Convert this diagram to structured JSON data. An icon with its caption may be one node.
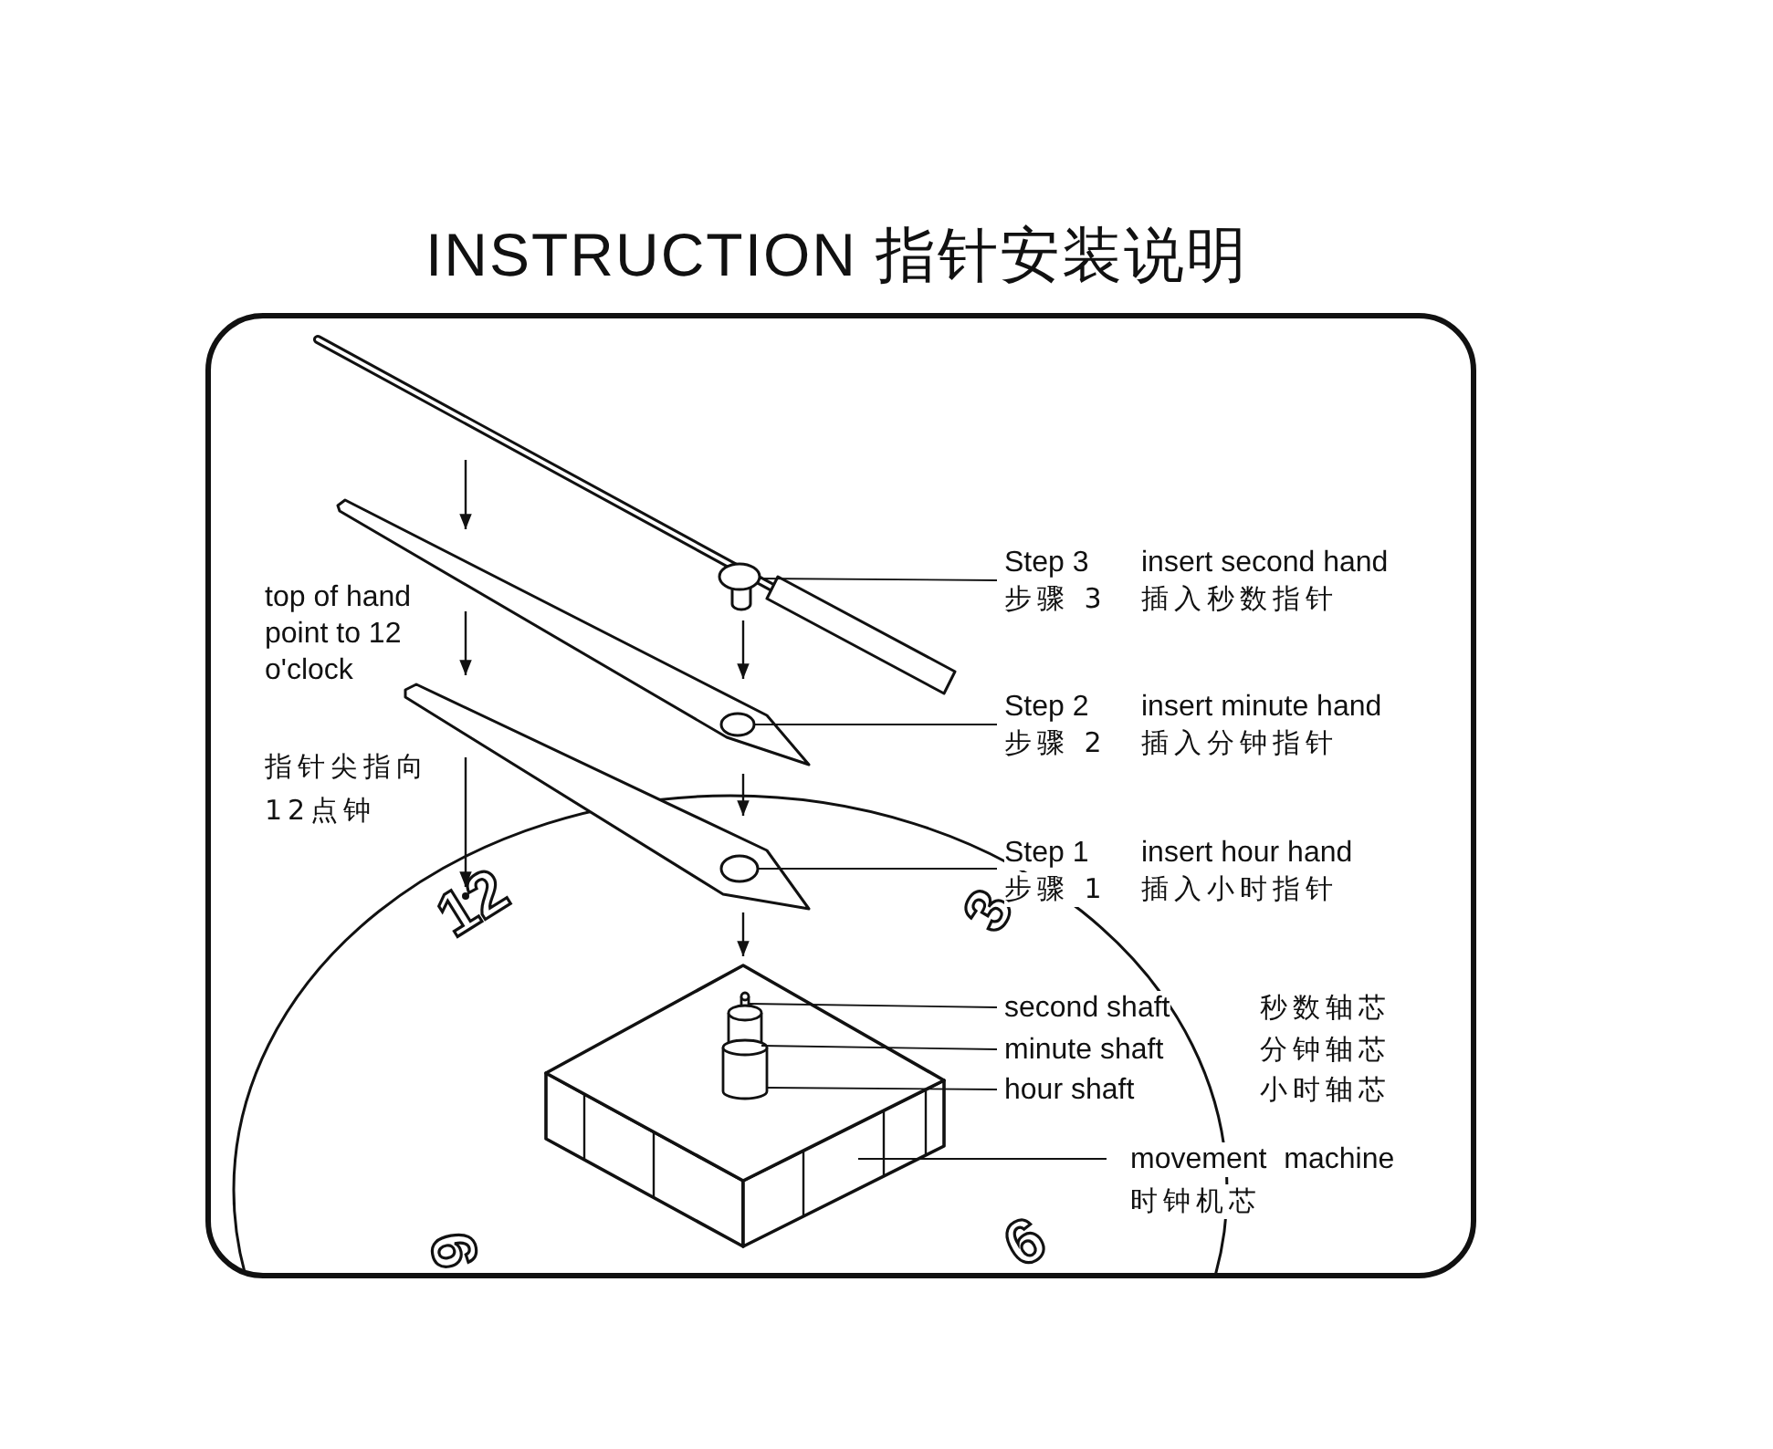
{
  "diagram": {
    "title": "INSTRUCTION 指针安装说明",
    "nodes": [
      {
        "text": [],
        "shape": "picture"
      },
      {
        "text": [],
        "shape": "picture"
      },
      {
        "text": [],
        "shape": "picture"
      },
      {
        "text": [],
        "shape": "picture"
      },
      {
        "text": [],
        "shape": "cylinder",
        "in": 3
      },
      {
        "text": [],
        "shape": "cylinder",
        "in": 3
      },
      {
        "text": [],
        "shape": "cylinder",
        "in": 3
      },
      {
        "text": [
          "Step 3",
          "insert second hand",
          "步骤 3",
          "插入秒数指针"
        ]
      },
      {
        "text": [
          "Step 2",
          "insert minute hand",
          "步骤 2",
          "插入分钟指针"
        ]
      },
      {
        "text": [
          "Step 1",
          "insert hour hand",
          "步骤 1",
          "插入小时指针"
        ]
      },
      {
        "text": [
          "second shaft",
          "秒数轴芯"
        ]
      },
      {
        "text": [
          "minute shaft",
          "分钟轴芯"
        ]
      },
      {
        "text": [
          "hour shaft",
          "小时轴芯"
        ]
      },
      {
        "text": [
          "movement machine",
          "时钟机芯"
        ]
      }
    ],
    "edges": [
      {
        "from": 7,
        "to": 0,
        "arrow": "none"
      },
      {
        "from": 8,
        "to": 1,
        "arrow": "none"
      },
      {
        "from": 9,
        "to": 2,
        "arrow": "none"
      },
      {
        "from": 10,
        "to": 4,
        "arrow": "none"
      },
      {
        "from": 11,
        "to": 5,
        "arrow": "none"
      },
      {
        "from": 12,
        "to": 6,
        "arrow": "none"
      },
      {
        "from": 13,
        "to": 3,
        "arrow": "none"
      },
      {
        "from": 0,
        "to": 1,
        "arrow": "to"
      },
      {
        "from": 1,
        "to": 2,
        "arrow": "to"
      },
      {
        "from": 2,
        "to": 3,
        "arrow": "to"
      }
    ],
    "labels": [
      "top of hand point to 12 o'clock",
      "指针尖指向12点钟",
      "12",
      "3",
      "9",
      "6"
    ]
  }
}
